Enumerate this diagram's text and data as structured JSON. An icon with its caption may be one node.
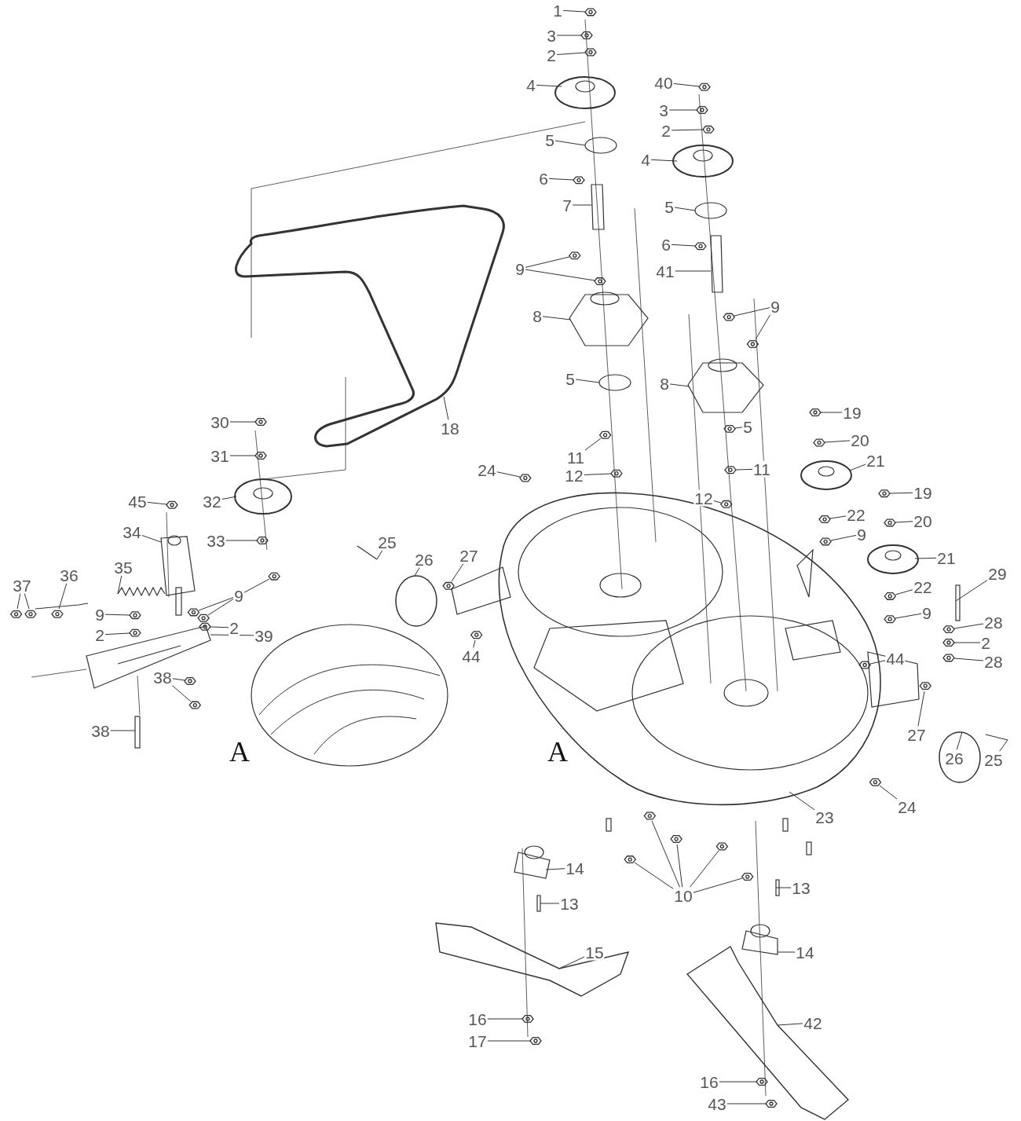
{
  "diagram": {
    "nodes": [
      {
        "text": [
          "1"
        ]
      },
      {
        "text": [
          "3"
        ]
      },
      {
        "text": [
          "2"
        ]
      },
      {
        "text": [
          "4"
        ]
      },
      {
        "text": [
          "5"
        ]
      },
      {
        "text": [
          "6"
        ]
      },
      {
        "text": [
          "7"
        ]
      },
      {
        "text": [
          "40"
        ]
      },
      {
        "text": [
          "3"
        ]
      },
      {
        "text": [
          "2"
        ]
      },
      {
        "text": [
          "4"
        ]
      },
      {
        "text": [
          "5"
        ]
      },
      {
        "text": [
          "6"
        ]
      },
      {
        "text": [
          "41"
        ]
      },
      {
        "text": [
          "9"
        ]
      },
      {
        "text": [
          "8"
        ]
      },
      {
        "text": [
          "9"
        ]
      },
      {
        "text": [
          "5"
        ]
      },
      {
        "text": [
          "8"
        ]
      },
      {
        "text": [
          "5"
        ]
      },
      {
        "text": [
          "11"
        ]
      },
      {
        "text": [
          "12"
        ]
      },
      {
        "text": [
          "11"
        ]
      },
      {
        "text": [
          "12"
        ]
      },
      {
        "text": [
          "24"
        ]
      },
      {
        "text": [
          "19"
        ]
      },
      {
        "text": [
          "20"
        ]
      },
      {
        "text": [
          "21"
        ]
      },
      {
        "text": [
          "22"
        ]
      },
      {
        "text": [
          "9"
        ]
      },
      {
        "text": [
          "19"
        ]
      },
      {
        "text": [
          "20"
        ]
      },
      {
        "text": [
          "21"
        ]
      },
      {
        "text": [
          "22"
        ]
      },
      {
        "text": [
          "9"
        ]
      },
      {
        "text": [
          "29"
        ]
      },
      {
        "text": [
          "28"
        ]
      },
      {
        "text": [
          "2"
        ]
      },
      {
        "text": [
          "28"
        ]
      },
      {
        "text": [
          "44"
        ]
      },
      {
        "text": [
          "27"
        ]
      },
      {
        "text": [
          "26"
        ]
      },
      {
        "text": [
          "25"
        ]
      },
      {
        "text": [
          "24"
        ]
      },
      {
        "text": [
          "23"
        ]
      },
      {
        "text": [
          "30"
        ]
      },
      {
        "text": [
          "31"
        ]
      },
      {
        "text": [
          "32"
        ]
      },
      {
        "text": [
          "45"
        ]
      },
      {
        "text": [
          "33"
        ]
      },
      {
        "text": [
          "34"
        ]
      },
      {
        "text": [
          "18"
        ]
      },
      {
        "text": [
          "25"
        ]
      },
      {
        "text": [
          "26"
        ]
      },
      {
        "text": [
          "27"
        ]
      },
      {
        "text": [
          "37"
        ]
      },
      {
        "text": [
          "36"
        ]
      },
      {
        "text": [
          "35"
        ]
      },
      {
        "text": [
          "9"
        ]
      },
      {
        "text": [
          "9"
        ]
      },
      {
        "text": [
          "2"
        ]
      },
      {
        "text": [
          "2"
        ]
      },
      {
        "text": [
          "39"
        ]
      },
      {
        "text": [
          "44"
        ]
      },
      {
        "text": [
          "38"
        ]
      },
      {
        "text": [
          "38"
        ]
      },
      {
        "text": [
          "14"
        ]
      },
      {
        "text": [
          "13"
        ]
      },
      {
        "text": [
          "10"
        ]
      },
      {
        "text": [
          "13"
        ]
      },
      {
        "text": [
          "14"
        ]
      },
      {
        "text": [
          "15"
        ]
      },
      {
        "text": [
          "42"
        ]
      },
      {
        "text": [
          "16"
        ]
      },
      {
        "text": [
          "17"
        ]
      },
      {
        "text": [
          "16"
        ]
      },
      {
        "text": [
          "43"
        ]
      }
    ],
    "edges": [
      {
        "from": 0,
        "to": null,
        "arrow": "none"
      },
      {
        "from": 1,
        "to": null,
        "arrow": "none"
      },
      {
        "from": 2,
        "to": null,
        "arrow": "none"
      },
      {
        "from": 3,
        "to": null,
        "arrow": "none"
      },
      {
        "from": 4,
        "to": null,
        "arrow": "none"
      },
      {
        "from": 5,
        "to": null,
        "arrow": "none"
      },
      {
        "from": 6,
        "to": null,
        "arrow": "none"
      },
      {
        "from": 7,
        "to": null,
        "arrow": "none"
      },
      {
        "from": 8,
        "to": null,
        "arrow": "none"
      },
      {
        "from": 9,
        "to": null,
        "arrow": "none"
      },
      {
        "from": 10,
        "to": null,
        "arrow": "none"
      },
      {
        "from": 11,
        "to": null,
        "arrow": "none"
      },
      {
        "from": 12,
        "to": null,
        "arrow": "none"
      },
      {
        "from": 13,
        "to": null,
        "arrow": "none"
      },
      {
        "from": 14,
        "to": null,
        "arrow": "none"
      },
      {
        "from": 14,
        "to": null,
        "arrow": "none"
      },
      {
        "from": 15,
        "to": null,
        "arrow": "none"
      },
      {
        "from": 16,
        "to": null,
        "arrow": "none"
      },
      {
        "from": 16,
        "to": null,
        "arrow": "none"
      },
      {
        "from": 17,
        "to": null,
        "arrow": "none"
      },
      {
        "from": 18,
        "to": null,
        "arrow": "none"
      },
      {
        "from": 19,
        "to": null,
        "arrow": "none"
      },
      {
        "from": 20,
        "to": null,
        "arrow": "none"
      },
      {
        "from": 21,
        "to": null,
        "arrow": "none"
      },
      {
        "from": 22,
        "to": null,
        "arrow": "none"
      },
      {
        "from": 23,
        "to": null,
        "arrow": "none"
      },
      {
        "from": 24,
        "to": null,
        "arrow": "none"
      },
      {
        "from": 25,
        "to": null,
        "arrow": "none"
      },
      {
        "from": 26,
        "to": null,
        "arrow": "none"
      },
      {
        "from": 27,
        "to": null,
        "arrow": "none"
      },
      {
        "from": 28,
        "to": null,
        "arrow": "none"
      },
      {
        "from": 29,
        "to": null,
        "arrow": "none"
      },
      {
        "from": 30,
        "to": null,
        "arrow": "none"
      },
      {
        "from": 31,
        "to": null,
        "arrow": "none"
      },
      {
        "from": 32,
        "to": null,
        "arrow": "none"
      },
      {
        "from": 33,
        "to": null,
        "arrow": "none"
      },
      {
        "from": 34,
        "to": null,
        "arrow": "none"
      },
      {
        "from": 35,
        "to": null,
        "arrow": "none"
      },
      {
        "from": 36,
        "to": null,
        "arrow": "none"
      },
      {
        "from": 37,
        "to": null,
        "arrow": "none"
      },
      {
        "from": 38,
        "to": null,
        "arrow": "none"
      },
      {
        "from": 39,
        "to": null,
        "arrow": "none"
      },
      {
        "from": 40,
        "to": null,
        "arrow": "none"
      },
      {
        "from": 41,
        "to": null,
        "arrow": "none"
      },
      {
        "from": 42,
        "to": null,
        "arrow": "none"
      },
      {
        "from": 43,
        "to": null,
        "arrow": "none"
      },
      {
        "from": 44,
        "to": null,
        "arrow": "none"
      },
      {
        "from": 45,
        "to": null,
        "arrow": "none"
      },
      {
        "from": 46,
        "to": null,
        "arrow": "none"
      },
      {
        "from": 47,
        "to": null,
        "arrow": "none"
      },
      {
        "from": 48,
        "to": null,
        "arrow": "none"
      },
      {
        "from": 49,
        "to": null,
        "arrow": "none"
      },
      {
        "from": 50,
        "to": null,
        "arrow": "none"
      },
      {
        "from": 51,
        "to": null,
        "arrow": "none"
      },
      {
        "from": 52,
        "to": null,
        "arrow": "none"
      },
      {
        "from": 53,
        "to": null,
        "arrow": "none"
      },
      {
        "from": 54,
        "to": null,
        "arrow": "none"
      },
      {
        "from": 55,
        "to": null,
        "arrow": "none"
      },
      {
        "from": 55,
        "to": null,
        "arrow": "none"
      },
      {
        "from": 56,
        "to": null,
        "arrow": "none"
      },
      {
        "from": 57,
        "to": null,
        "arrow": "none"
      },
      {
        "from": 58,
        "to": null,
        "arrow": "none"
      },
      {
        "from": 58,
        "to": null,
        "arrow": "none"
      },
      {
        "from": 58,
        "to": null,
        "arrow": "none"
      },
      {
        "from": 59,
        "to": null,
        "arrow": "none"
      },
      {
        "from": 60,
        "to": null,
        "arrow": "none"
      },
      {
        "from": 61,
        "to": null,
        "arrow": "none"
      },
      {
        "from": 62,
        "to": null,
        "arrow": "none"
      },
      {
        "from": 63,
        "to": null,
        "arrow": "none"
      },
      {
        "from": 64,
        "to": null,
        "arrow": "none"
      },
      {
        "from": 64,
        "to": null,
        "arrow": "none"
      },
      {
        "from": 65,
        "to": null,
        "arrow": "none"
      },
      {
        "from": 66,
        "to": null,
        "arrow": "none"
      },
      {
        "from": 67,
        "to": null,
        "arrow": "none"
      },
      {
        "from": 68,
        "to": null,
        "arrow": "none"
      },
      {
        "from": 68,
        "to": null,
        "arrow": "none"
      },
      {
        "from": 68,
        "to": null,
        "arrow": "none"
      },
      {
        "from": 68,
        "to": null,
        "arrow": "none"
      },
      {
        "from": 68,
        "to": null,
        "arrow": "none"
      },
      {
        "from": 69,
        "to": null,
        "arrow": "none"
      },
      {
        "from": 70,
        "to": null,
        "arrow": "none"
      },
      {
        "from": 71,
        "to": null,
        "arrow": "none"
      },
      {
        "from": 72,
        "to": null,
        "arrow": "none"
      },
      {
        "from": 73,
        "to": null,
        "arrow": "none"
      },
      {
        "from": 74,
        "to": null,
        "arrow": "none"
      },
      {
        "from": 75,
        "to": null,
        "arrow": "none"
      },
      {
        "from": 76,
        "to": null,
        "arrow": "none"
      }
    ],
    "labels": [
      "A",
      "A"
    ]
  }
}
